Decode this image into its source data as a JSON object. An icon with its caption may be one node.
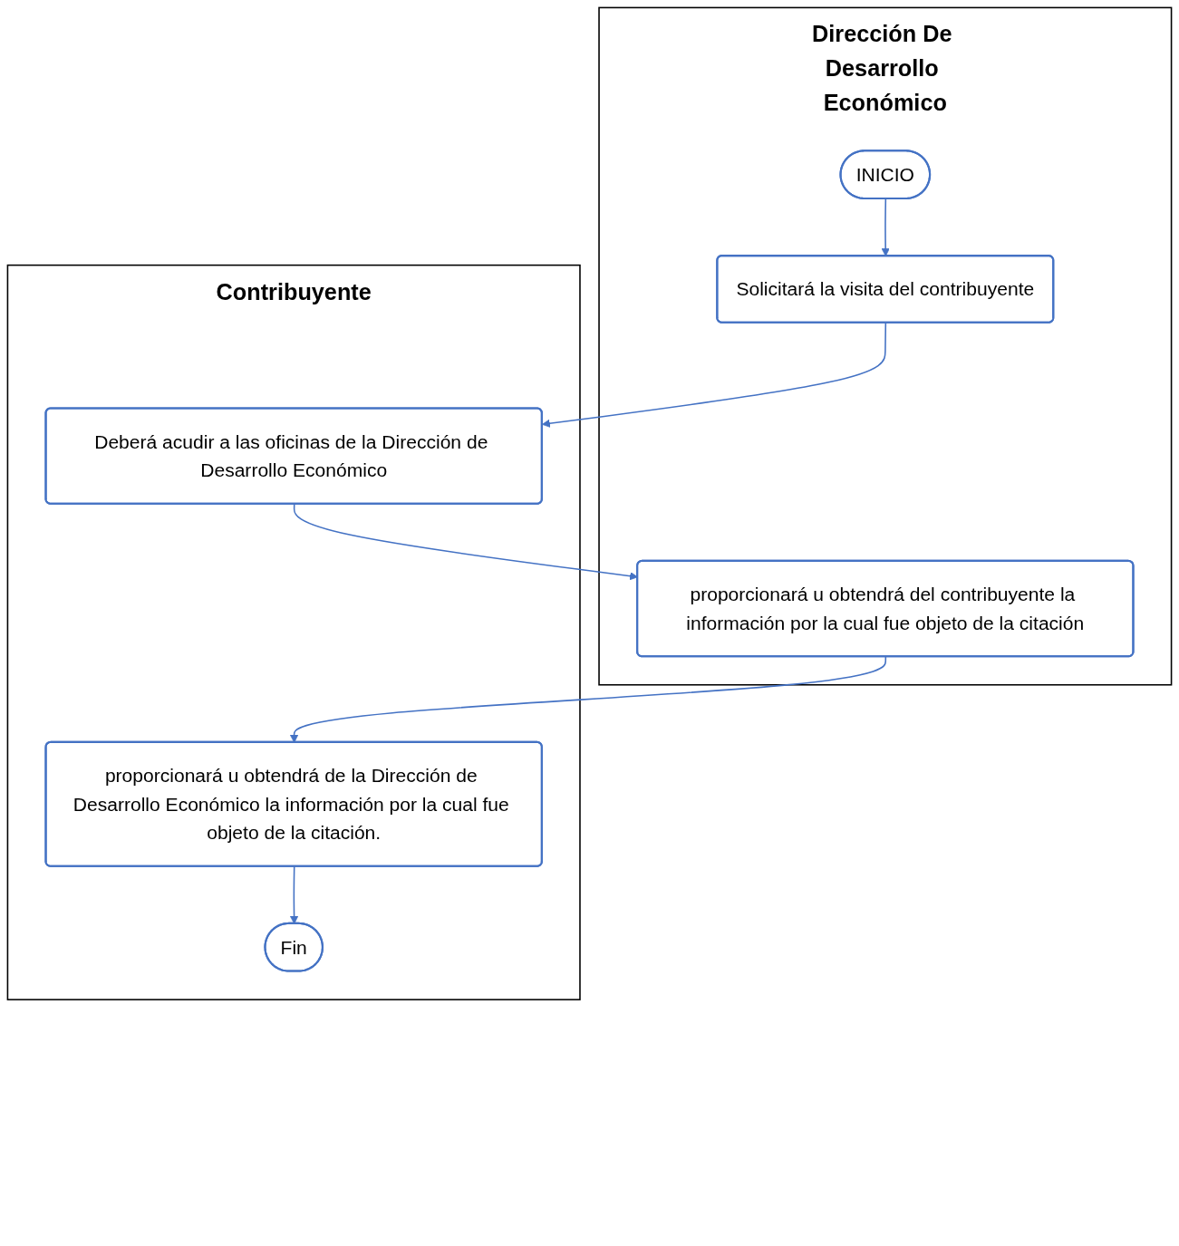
{
  "diagram": {
    "nodes": [
      {
        "text": [
          "Dirección De Desarrollo Económico"
        ]
      },
      {
        "text": [
          "Contribuyente"
        ]
      },
      {
        "text": [
          "INICIO"
        ],
        "in": 0
      },
      {
        "text": [
          "Solicitará la visita del contribuyente"
        ],
        "in": 0
      },
      {
        "text": [
          "Deberá acudir a las oficinas de la Dirección de Desarrollo Económico"
        ],
        "in": 1
      },
      {
        "text": [
          "proporcionará u obtendrá del contribuyente la información por la cual fue objeto de la citación"
        ],
        "in": 0
      },
      {
        "text": [
          "proporcionará u obtendrá de la Dirección de Desarrollo Económico la información por la cual fue objeto de la citación."
        ],
        "in": 1
      },
      {
        "text": [
          "Fin"
        ],
        "in": 1
      }
    ],
    "edges": [
      {
        "from": 2,
        "to": 3,
        "arrow": "to"
      },
      {
        "from": 3,
        "to": 4,
        "arrow": "to"
      },
      {
        "from": 4,
        "to": 5,
        "arrow": "to"
      },
      {
        "from": 5,
        "to": 6,
        "arrow": "to"
      },
      {
        "from": 6,
        "to": 7,
        "arrow": "to"
      }
    ]
  }
}
